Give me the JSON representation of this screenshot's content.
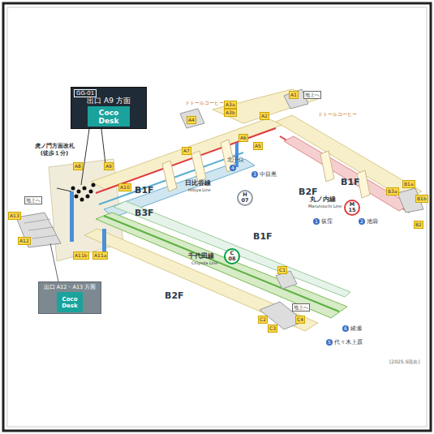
{
  "diagram": {
    "nodes": [
      {
        "text": [
          "GG-01",
          "出口 A9 方面"
        ]
      },
      {
        "text": [
          "Coco Desk"
        ],
        "in": 0
      },
      {
        "text": [
          "出口 A12・A13 方面"
        ]
      },
      {
        "text": [
          "Coco Desk"
        ],
        "in": 2
      },
      {
        "text": [
          "H",
          "07"
        ]
      },
      {
        "text": [
          "M",
          "15"
        ]
      },
      {
        "text": [
          "C",
          "08"
        ]
      }
    ],
    "labels": [
      "虎ノ門方面改札 (徒歩１分)",
      "B1F",
      "B1F",
      "B3F",
      "B2F",
      "B1F",
      "B2F",
      "日比谷線",
      "Hibiya Line",
      "丸ノ内線",
      "Marunouchi Line",
      "千代田線",
      "Chiyoda Line",
      "4",
      "北千住",
      "3",
      "中目黒",
      "1",
      "荻窪",
      "2",
      "池袋",
      "6",
      "綾瀬",
      "5",
      "代々木上原",
      "A1",
      "A2",
      "A3a",
      "A3b",
      "A4",
      "A5",
      "A6",
      "A7",
      "A8",
      "A9",
      "A10",
      "A11b",
      "A11a",
      "A12",
      "A13",
      "B1a",
      "B3a",
      "B1b",
      "B2",
      "C1",
      "C2",
      "C3",
      "C4",
      "地上へ",
      "地上へ",
      "地上へ",
      "ドトールコーヒー",
      "ドトールコーヒー",
      "[2025.5現在]"
    ]
  }
}
